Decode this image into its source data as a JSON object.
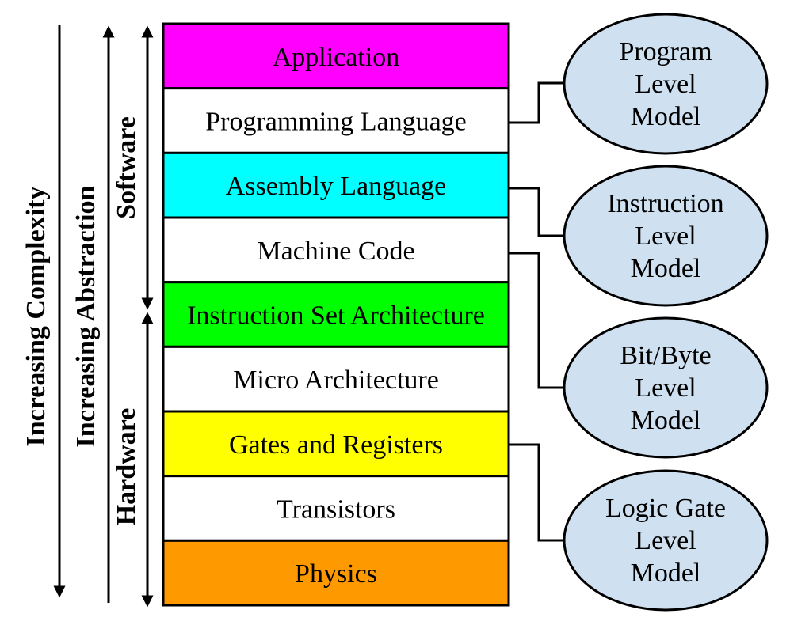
{
  "layers": [
    {
      "label": "Application",
      "color": "#ff00ff"
    },
    {
      "label": "Programming Language",
      "color": "#ffffff"
    },
    {
      "label": "Assembly Language",
      "color": "#00ffff"
    },
    {
      "label": "Machine Code",
      "color": "#ffffff"
    },
    {
      "label": "Instruction Set Architecture",
      "color": "#00ff00"
    },
    {
      "label": "Micro Architecture",
      "color": "#ffffff"
    },
    {
      "label": "Gates and Registers",
      "color": "#ffff00"
    },
    {
      "label": "Transistors",
      "color": "#ffffff"
    },
    {
      "label": "Physics",
      "color": "#ff9900"
    }
  ],
  "axes": {
    "complexity": "Increasing Complexity",
    "abstraction": "Increasing Abstraction",
    "software": "Software",
    "hardware": "Hardware"
  },
  "models": [
    {
      "lines": [
        "Program",
        "Level",
        "Model"
      ]
    },
    {
      "lines": [
        "Instruction",
        "Level",
        "Model"
      ]
    },
    {
      "lines": [
        "Bit/Byte",
        "Level",
        "Model"
      ]
    },
    {
      "lines": [
        "Logic Gate",
        "Level",
        "Model"
      ]
    }
  ],
  "colors": {
    "model_fill": "#cfe0f0",
    "stroke": "#000000"
  }
}
